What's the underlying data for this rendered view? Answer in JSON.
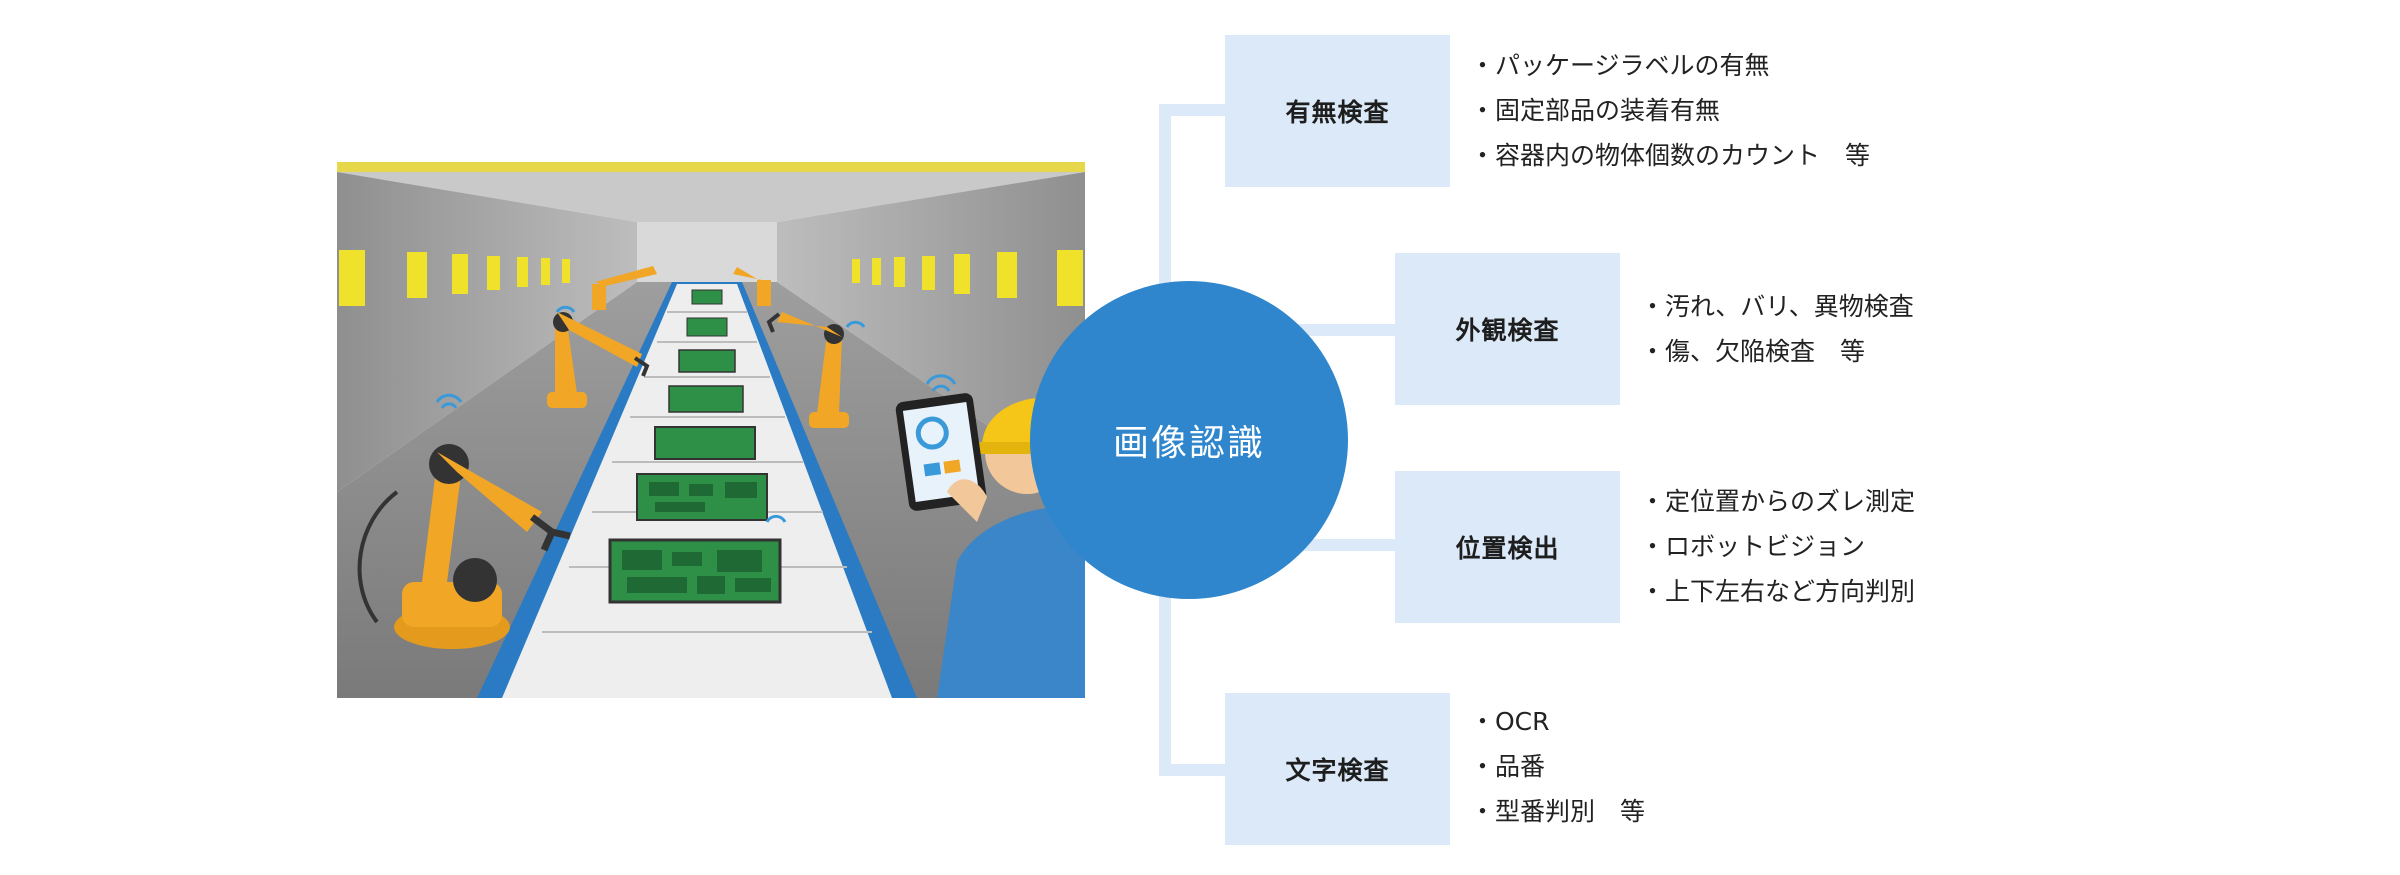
{
  "hub": {
    "label": "画像認識"
  },
  "colors": {
    "hub": "#2f86cc",
    "box": "#dbe9f8",
    "connector": "#dbe9f8",
    "robot_arm": "#f2a626",
    "conveyor": "#2a7bc4",
    "circuit_board": "#2e8f47"
  },
  "categories": [
    {
      "id": "presence",
      "label": "有無検査",
      "items": [
        "・パッケージラベルの有無",
        "・固定部品の装着有無",
        "・容器内の物体個数のカウント　等"
      ]
    },
    {
      "id": "appearance",
      "label": "外観検査",
      "items": [
        "・汚れ、バリ、異物検査",
        "・傷、欠陥検査　等"
      ]
    },
    {
      "id": "position",
      "label": "位置検出",
      "items": [
        "・定位置からのズレ測定",
        "・ロボットビジョン",
        "・上下左右など方向判別"
      ]
    },
    {
      "id": "character",
      "label": "文字検査",
      "items": [
        "・OCR",
        "・品番",
        "・型番判別　等"
      ]
    }
  ],
  "illustration": {
    "subject": "factory-conveyor-with-robot-arms-and-inspector-tablet"
  }
}
